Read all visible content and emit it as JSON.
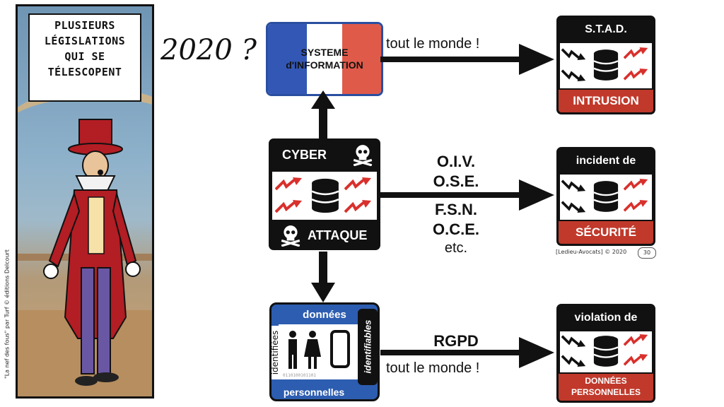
{
  "comic": {
    "speech": [
      "PLUSIEURS",
      "LÉGISLATIONS",
      "QUI SE",
      "TÉLESCOPENT"
    ],
    "credit": "\"La nef des fous\" par Turf  © éditions Delcourt"
  },
  "year_label": "2020 ?",
  "sys_box": {
    "line1": "SYSTEME",
    "line2": "d'INFORMATION"
  },
  "cyber_box": {
    "top": "CYBER",
    "bottom": "ATTAQUE"
  },
  "donnees_box": {
    "top": "données",
    "bottom": "personnelles",
    "left": "identifiées",
    "right": "identifiables"
  },
  "arrow_top": {
    "label": "tout le monde !"
  },
  "arrow_middle": {
    "labels": [
      "O.I.V.",
      "O.S.E.",
      "F.S.N.",
      "O.C.E.",
      "etc."
    ]
  },
  "arrow_bottom": {
    "labels": [
      "RGPD",
      "tout le monde !"
    ]
  },
  "stad_box": {
    "top": "S.T.A.D.",
    "bottom": "INTRUSION"
  },
  "incident_box": {
    "top": "incident de",
    "bottom": "SÉCURITÉ"
  },
  "violation_box": {
    "top": "violation de",
    "bottom_line1": "DONNÉES",
    "bottom_line2": "PERSONNELLES"
  },
  "footer": {
    "credit": "[Ledieu-Avocats] © 2020",
    "page": "30"
  },
  "colors": {
    "accent_red": "#c0392b",
    "flag_blue": "#3357b5",
    "flag_red": "#e05a4a",
    "panel_blue": "#2d5db0"
  }
}
